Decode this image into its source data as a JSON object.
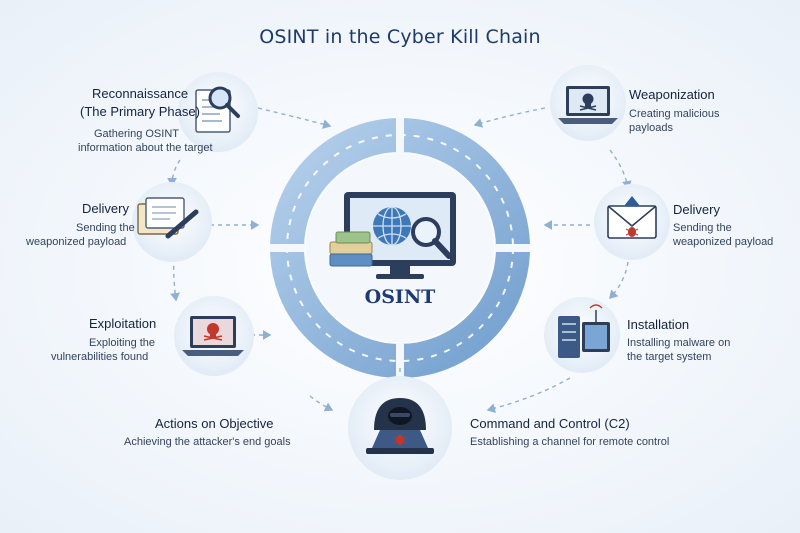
{
  "title": "OSINT in the Cyber Kill Chain",
  "center": {
    "label": "OSINT"
  },
  "stages": {
    "reconnaissance": {
      "title_line1": "Reconnaissance",
      "title_line2": "(The Primary Phase)",
      "desc_line1": "Gathering OSINT",
      "desc_line2": "information about the target"
    },
    "weaponization": {
      "title": "Weaponization",
      "desc_line1": "Creating malicious",
      "desc_line2": "payloads"
    },
    "delivery_right": {
      "title": "Delivery",
      "desc_line1": "Sending the",
      "desc_line2": "weaponized payload"
    },
    "installation": {
      "title": "Installation",
      "desc_line1": "Installing malware on",
      "desc_line2": "the target system"
    },
    "command_control": {
      "title": "Command and Control (C2)",
      "desc": "Establishing a channel for remote control"
    },
    "actions": {
      "title": "Actions on Objective",
      "desc": "Achieving the attacker's end goals"
    },
    "exploitation": {
      "title": "Exploitation",
      "desc_line1": "Exploiting the",
      "desc_line2": "vulnerabilities found"
    },
    "delivery_left": {
      "title": "Delivery",
      "desc_line1": "Sending the",
      "desc_line2": "weaponized payload"
    }
  },
  "icons": {
    "center": "computer-magnifier-icon",
    "reconnaissance": "document-magnifier-icon",
    "weaponization": "laptop-skull-icon",
    "delivery_right": "envelope-bug-icon",
    "installation": "server-icon",
    "command_control": "hacker-laptop-icon",
    "exploitation": "laptop-skull-icon",
    "delivery_left": "document-pen-icon"
  },
  "colors": {
    "ring": "#6f9fd0",
    "ring_light": "#dbe7f4",
    "title": "#1e3a6b",
    "accent_red": "#c0392b",
    "icon_dark": "#2c3e5c"
  }
}
